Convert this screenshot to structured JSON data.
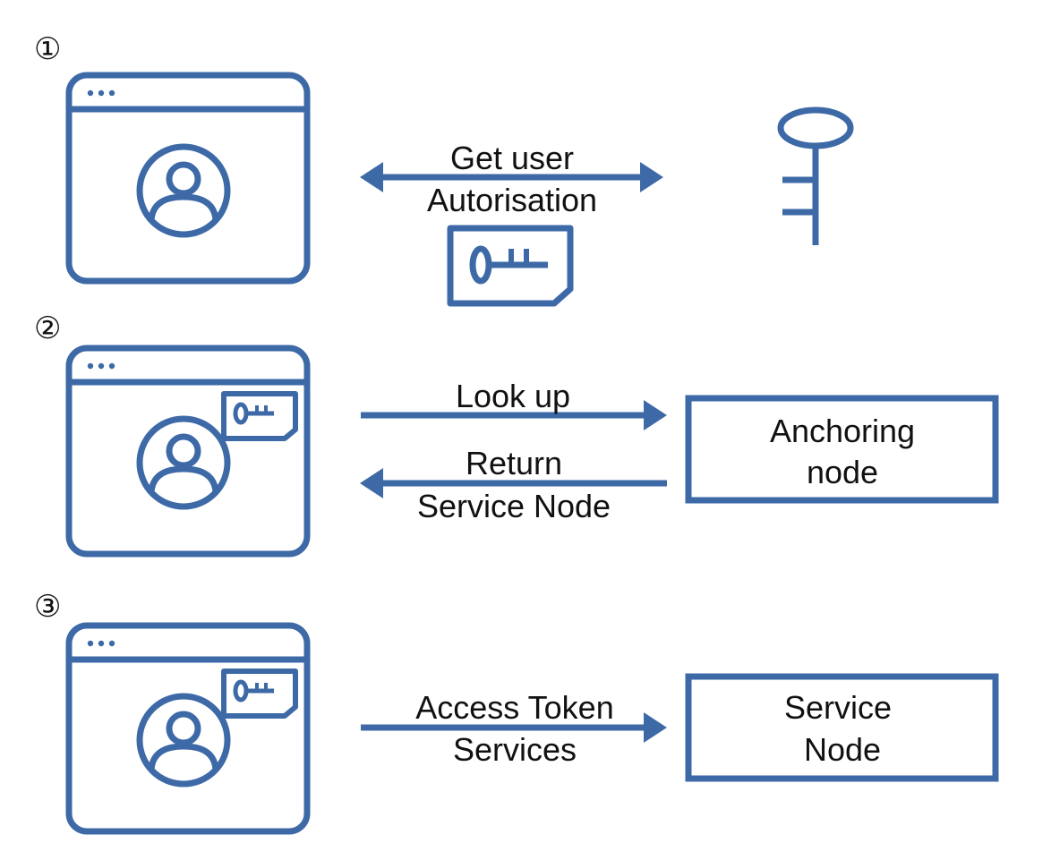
{
  "colors": {
    "accent": "#3d6aa7",
    "text": "#111111",
    "background": "#ffffff"
  },
  "steps": [
    {
      "number": "①",
      "icons": [
        "browser-window-icon",
        "user-icon",
        "key-document-icon",
        "key-icon"
      ],
      "arrow_label_line1": "Get user",
      "arrow_label_line2": "Autorisation"
    },
    {
      "number": "②",
      "icons": [
        "browser-window-icon",
        "user-icon",
        "key-card-icon"
      ],
      "request_label": "Look up",
      "response_label_line1": "Return",
      "response_label_line2": "Service Node",
      "target_line1": "Anchoring",
      "target_line2": "node"
    },
    {
      "number": "③",
      "icons": [
        "browser-window-icon",
        "user-icon",
        "key-card-icon"
      ],
      "arrow_label_line1": "Access Token",
      "arrow_label_line2": "Services",
      "target_line1": "Service",
      "target_line2": "Node"
    }
  ]
}
